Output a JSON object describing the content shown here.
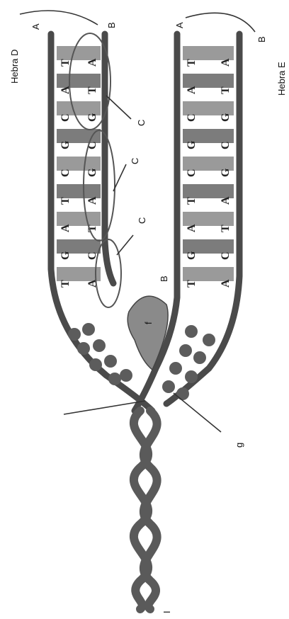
{
  "labels": {
    "strand_d": "Hebra D",
    "strand_e": "Hebra E",
    "end_a_left": "A",
    "end_b_left": "B",
    "end_a_right": "A",
    "end_b_right": "B",
    "c1": "C",
    "c2": "C",
    "c3": "C",
    "b_enzyme": "B",
    "f": "f",
    "g": "g",
    "i": "I"
  },
  "left_strand": {
    "outer": [
      "T",
      "G",
      "A",
      "T",
      "C",
      "G",
      "C",
      "A",
      "T"
    ],
    "inner": [
      "A",
      "C",
      "T",
      "A",
      "G",
      "C",
      "G",
      "T",
      "A"
    ]
  },
  "right_strand": {
    "outer": [
      "T",
      "G",
      "A",
      "T",
      "C",
      "G",
      "C",
      "A",
      "T"
    ],
    "inner": [
      "A",
      "C",
      "T",
      "A",
      "G",
      "C",
      "G",
      "T",
      "A"
    ]
  },
  "colors": {
    "strand": "#4a4a4a",
    "rung": "#9a9a9a",
    "enzyme": "#8a8a8a"
  }
}
